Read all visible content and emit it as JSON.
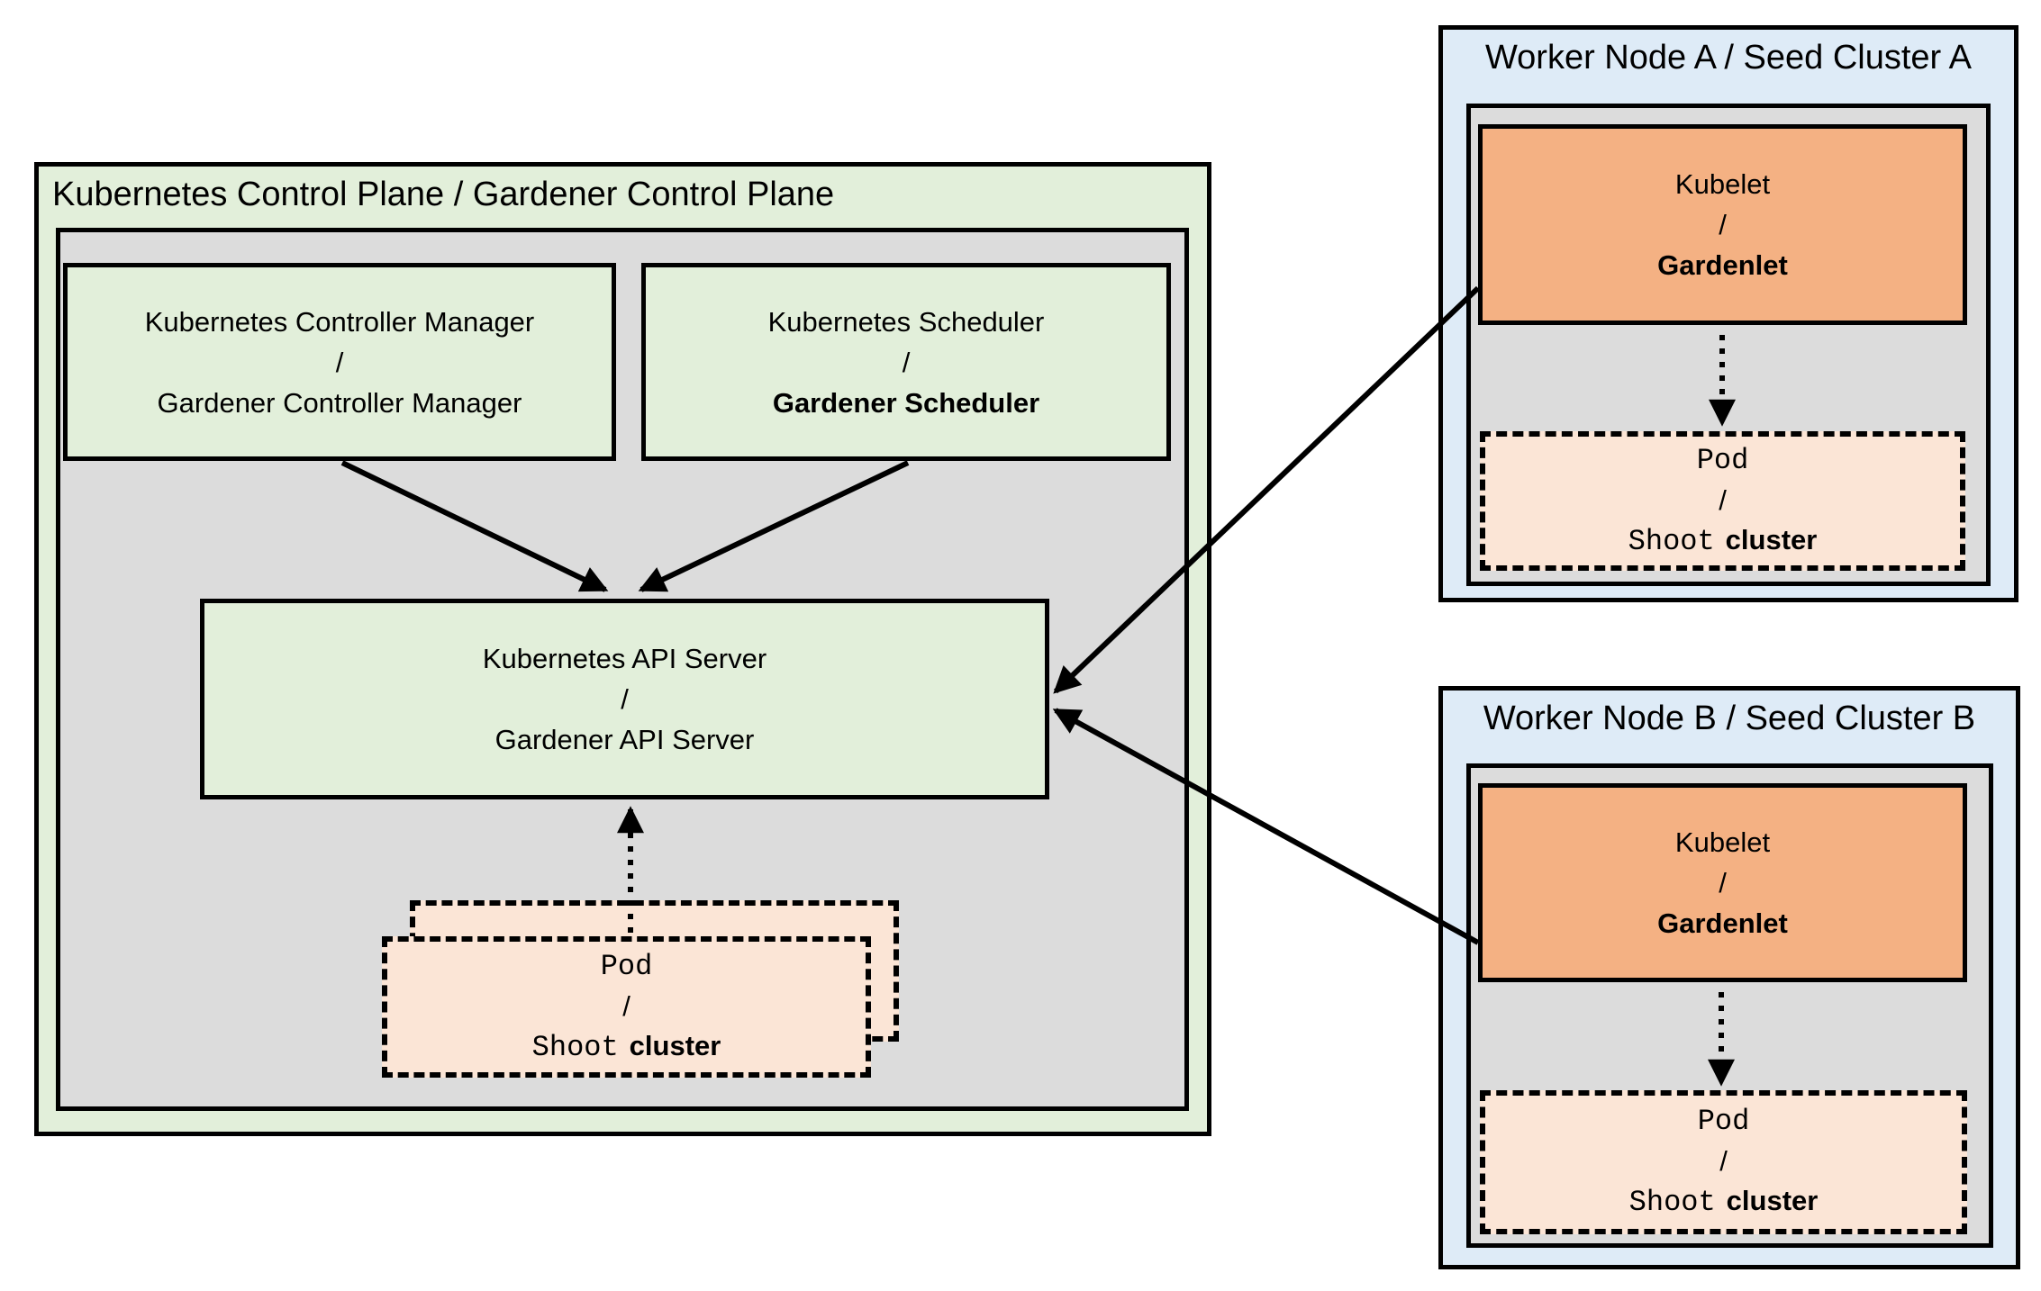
{
  "colors": {
    "light_green": "#E2EFDA",
    "panel_gray": "#DCDCDC",
    "light_blue": "#DEEBF7",
    "orange": "#F4B183",
    "peach": "#FBE5D6",
    "line_black": "#000000"
  },
  "control_plane": {
    "title": "Kubernetes Control Plane / Gardener Control Plane",
    "controller_manager": {
      "line1": "Kubernetes Controller Manager",
      "separator": "/",
      "line2": "Gardener Controller Manager"
    },
    "scheduler": {
      "line1": "Kubernetes Scheduler",
      "separator": "/",
      "line2": "Gardener Scheduler"
    },
    "api_server": {
      "line1": "Kubernetes API Server",
      "separator": "/",
      "line2": "Gardener API Server"
    },
    "pod_stack": {
      "line1": "Pod",
      "separator": "/",
      "line2_code": "Shoot",
      "line2_label": "cluster"
    }
  },
  "worker_node_a": {
    "title": "Worker Node A / Seed Cluster A",
    "kubelet": {
      "line1": "Kubelet",
      "separator": "/",
      "line2": "Gardenlet"
    },
    "pod": {
      "line1": "Pod",
      "separator": "/",
      "line2_code": "Shoot",
      "line2_label": "cluster"
    }
  },
  "worker_node_b": {
    "title": "Worker Node B / Seed Cluster B",
    "kubelet": {
      "line1": "Kubelet",
      "separator": "/",
      "line2": "Gardenlet"
    },
    "pod": {
      "line1": "Pod",
      "separator": "/",
      "line2_code": "Shoot",
      "line2_label": "cluster"
    }
  }
}
